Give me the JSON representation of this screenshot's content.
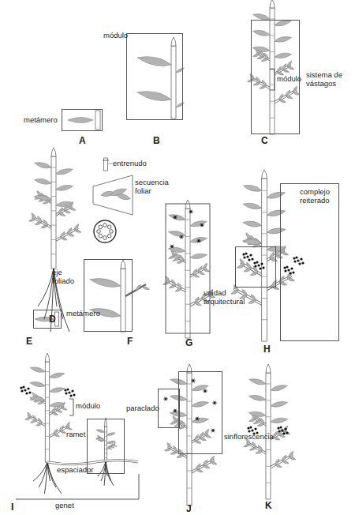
{
  "diagram": {
    "nodes": [
      {
        "text": [
          "metámero"
        ]
      },
      {
        "text": [
          "módulo"
        ]
      },
      {
        "text": [
          "sistema de vástagos"
        ]
      },
      {
        "text": [
          "metámero"
        ]
      },
      {
        "text": [
          "eje foliado"
        ]
      },
      {
        "text": [
          "complejo reiterado"
        ]
      },
      {
        "text": [
          "unidad arquitectural"
        ]
      },
      {
        "text": [
          "ramet"
        ]
      },
      {
        "text": [
          "sinflorescencia"
        ]
      },
      {
        "text": [
          "paraclado"
        ]
      }
    ],
    "labels": [
      "A",
      "B",
      "C",
      "D",
      "E",
      "F",
      "G",
      "H",
      "I",
      "J",
      "K",
      "módulo",
      "entrenudo",
      "secuencia foliar",
      "módulo",
      "espaciador",
      "genet"
    ]
  }
}
